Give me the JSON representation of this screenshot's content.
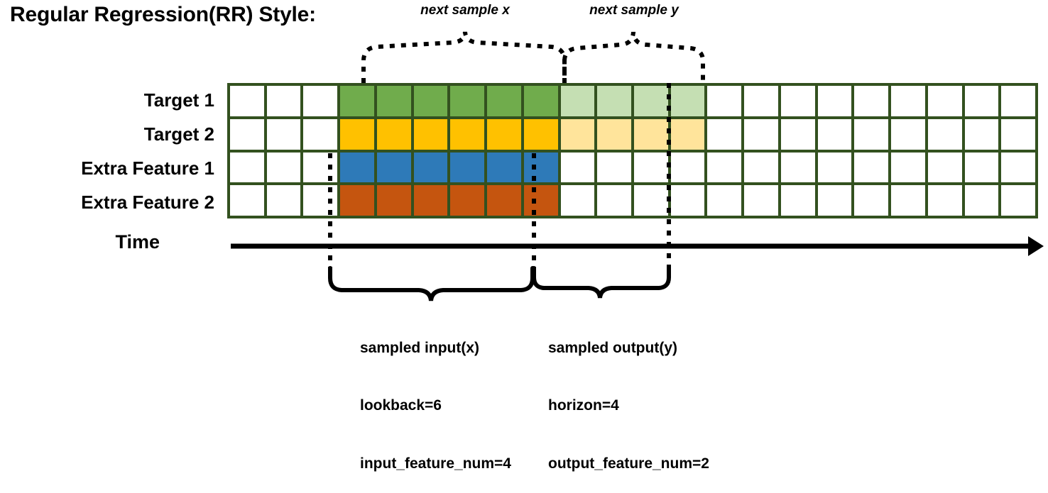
{
  "title": "Regular Regression(RR) Style:",
  "annotations": {
    "top_left_label": "next sample x",
    "top_right_label": "next sample y"
  },
  "rows": [
    {
      "label": "Target 1",
      "color_key": "green"
    },
    {
      "label": "Target 2",
      "color_key": "yellow"
    },
    {
      "label": "Extra Feature 1",
      "color_key": "blue"
    },
    {
      "label": "Extra Feature 2",
      "color_key": "orange"
    }
  ],
  "time_axis": {
    "label": "Time",
    "arrow": "right-arrow-icon"
  },
  "grid": {
    "columns": 22,
    "rows": 4,
    "leading_empty_columns": 3,
    "input_columns": 6,
    "output_columns": 4,
    "trailing_empty_columns": 9,
    "border_color": "#33511F",
    "empty_cell_color": "#ffffff",
    "cell_colors": {
      "green": "#70AC4C",
      "yellow": "#FFC100",
      "blue": "#2E7AB8",
      "orange": "#C5550F",
      "green_light": "#C5DFB3",
      "yellow_light": "#FFE49B"
    },
    "fills": [
      [
        "",
        "",
        "",
        "green",
        "green",
        "green",
        "green",
        "green",
        "green",
        "green_light",
        "green_light",
        "green_light",
        "green_light",
        "",
        "",
        "",
        "",
        "",
        "",
        "",
        "",
        ""
      ],
      [
        "",
        "",
        "",
        "yellow",
        "yellow",
        "yellow",
        "yellow",
        "yellow",
        "yellow",
        "yellow_light",
        "yellow_light",
        "yellow_light",
        "yellow_light",
        "",
        "",
        "",
        "",
        "",
        "",
        "",
        "",
        ""
      ],
      [
        "",
        "",
        "",
        "blue",
        "blue",
        "blue",
        "blue",
        "blue",
        "blue",
        "",
        "",
        "",
        "",
        "",
        "",
        "",
        "",
        "",
        "",
        "",
        "",
        ""
      ],
      [
        "",
        "",
        "",
        "orange",
        "orange",
        "orange",
        "orange",
        "orange",
        "orange",
        "",
        "",
        "",
        "",
        "",
        "",
        "",
        "",
        "",
        "",
        "",
        "",
        ""
      ]
    ]
  },
  "bottom_braces": {
    "input": {
      "line1": "sampled input(x)",
      "line2": "lookback=6",
      "line3": "input_feature_num=4"
    },
    "output": {
      "line1": "sampled output(y)",
      "line2": "horizon=4",
      "line3": "output_feature_num=2"
    }
  }
}
